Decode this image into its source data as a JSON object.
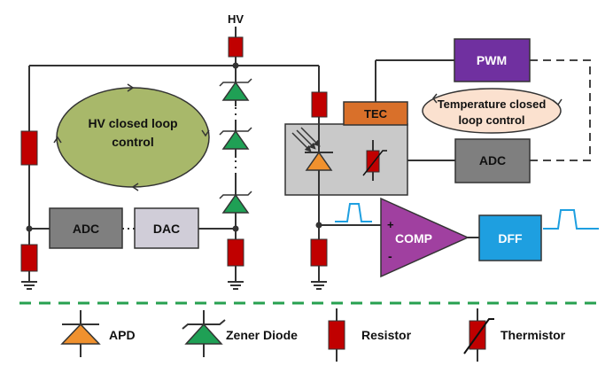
{
  "labels": {
    "hv": "HV",
    "hv_loop_line1": "HV closed loop",
    "hv_loop_line2": "control",
    "adc_left": "ADC",
    "dac": "DAC",
    "tec": "TEC",
    "pwm": "PWM",
    "temp_loop_line1": "Temperature closed",
    "temp_loop_line2": "loop control",
    "adc_right": "ADC",
    "comp": "COMP",
    "dff": "DFF"
  },
  "legend": [
    {
      "label": "APD",
      "icon": "apd-icon"
    },
    {
      "label": "Zener Diode",
      "icon": "zener-diode-icon"
    },
    {
      "label": "Resistor",
      "icon": "resistor-icon"
    },
    {
      "label": "Thermistor",
      "icon": "thermistor-icon"
    }
  ],
  "colors": {
    "resistor": "#c00000",
    "zener": "#1fa055",
    "apd": "#f0912e",
    "tec": "#d9702a",
    "pwm": "#7030a0",
    "comp": "#a040a0",
    "dff": "#1e9fe0",
    "gray_block": "#7f7f7f",
    "light_block": "#d0cdd8",
    "hv_ellipse": "#a8b86a",
    "temp_ellipse": "#fbe1cf",
    "divider": "#27a050"
  }
}
